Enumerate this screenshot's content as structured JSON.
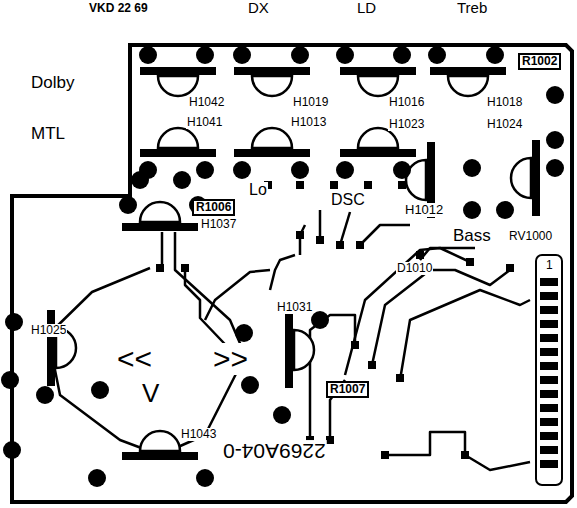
{
  "diagram": {
    "labels": [
      "VKD 22 69",
      "DX",
      "LD",
      "Treb",
      "R1002",
      "Dolby",
      "H1042",
      "H1019",
      "H1016",
      "H1018",
      "H1041",
      "H1013",
      "H1023",
      "H1024",
      "MTL",
      "Lo",
      "DSC",
      "H1012",
      "R1006",
      "H1037",
      "Bass",
      "RV1000",
      "1",
      "D1010",
      "H1025",
      "<<",
      ">>",
      "V",
      "H1031",
      "R1007",
      "H1043",
      "2269A04-0"
    ]
  }
}
